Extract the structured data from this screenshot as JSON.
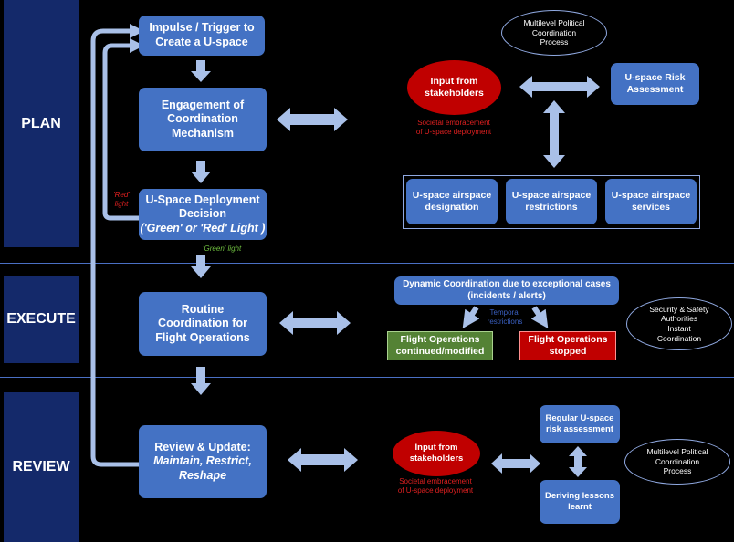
{
  "phases": {
    "plan": "PLAN",
    "execute": "EXECUTE",
    "review": "REVIEW"
  },
  "plan": {
    "impulse": [
      "Impulse / Trigger to",
      "Create a U-space"
    ],
    "engagement": [
      "Engagement of",
      "Coordination",
      "Mechanism"
    ],
    "decision": [
      "U-Space Deployment",
      "Decision"
    ],
    "decision_sub": "('Green' or 'Red' Light )",
    "red_light": [
      "'Red'",
      "light"
    ],
    "green_light": "'Green' light",
    "multilevel": [
      "Multilevel Political",
      "Coordination",
      "Process"
    ],
    "stakeholders": [
      "Input from",
      "stakeholders"
    ],
    "societal": [
      "Societal embracement",
      "of U-space deployment"
    ],
    "risk": [
      "U-space Risk",
      "Assessment"
    ],
    "designation": [
      "U-space airspace",
      "designation"
    ],
    "restrictions": [
      "U-space airspace",
      "restrictions"
    ],
    "services": [
      "U-space airspace",
      "services"
    ]
  },
  "execute": {
    "routine": [
      "Routine",
      "Coordination for",
      "Flight Operations"
    ],
    "dynamic": [
      "Dynamic Coordination due to exceptional cases",
      "(incidents / alerts)"
    ],
    "temporal": [
      "Temporal",
      "restrictions"
    ],
    "continued": [
      "Flight Operations",
      "continued/modified"
    ],
    "stopped": [
      "Flight Operations",
      "stopped"
    ],
    "security": [
      "Security & Safety",
      "Authorities",
      "Instant",
      "Coordination"
    ]
  },
  "review": {
    "update_title": "Review & Update:",
    "update_sub": [
      "Maintain, Restrict,",
      "Reshape"
    ],
    "stakeholders": [
      "Input from",
      "stakeholders"
    ],
    "societal": [
      "Societal embracement",
      "of U-space deployment"
    ],
    "regular": [
      "Regular U-space",
      "risk assessment"
    ],
    "lessons": [
      "Deriving lessons",
      "learnt"
    ],
    "multilevel": [
      "Multilevel Political",
      "Coordination",
      "Process"
    ]
  },
  "colors": {
    "box_blue": "#4472c4",
    "phase_navy": "#14296a",
    "arrow_light": "#a9c0e8",
    "stakeholder_red": "#c00000",
    "continued_green": "#548235"
  }
}
